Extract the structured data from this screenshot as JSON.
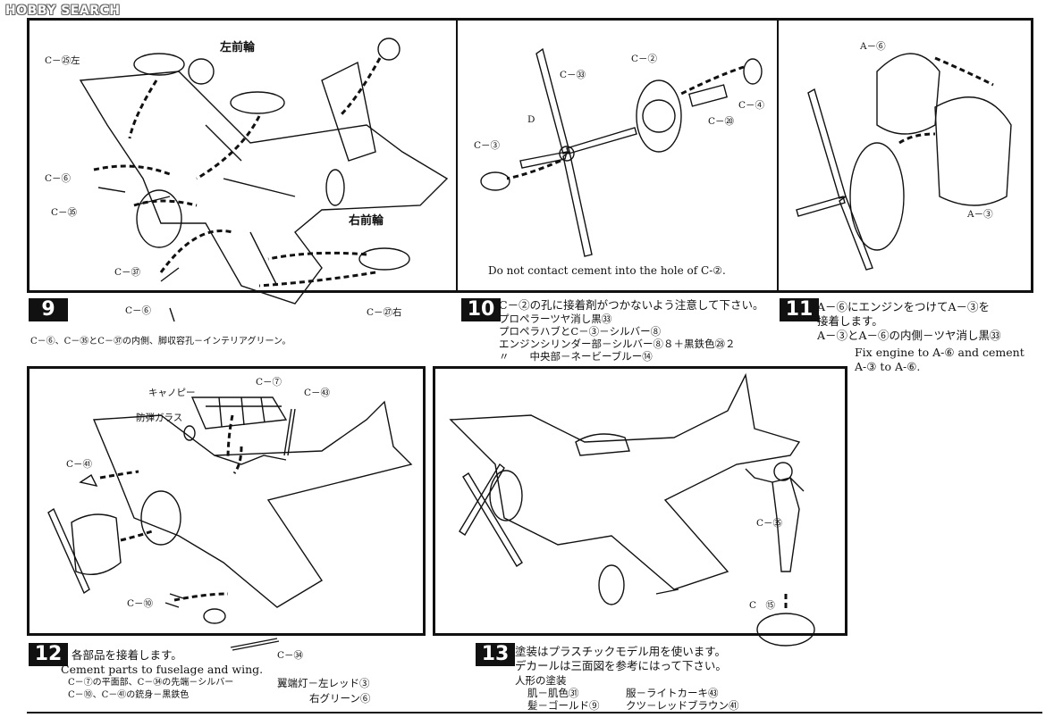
{
  "watermark": "HOBBY SEARCH",
  "step9": {
    "number": "9",
    "labels": {
      "c25": "C－㉕左",
      "c6a": "C－⑥",
      "c35": "C－㉟",
      "c37": "C－㊲",
      "c6b": "C－⑥",
      "c27": "C－㉗右"
    },
    "wheel_left": "左前輪",
    "wheel_right": "右前輪",
    "note": "C－⑥、C－㉟とC－㊲の内側、脚収容孔－インテリアグリーン。"
  },
  "step10": {
    "number": "10",
    "labels": {
      "c33": "C－㉝",
      "c3": "C－③",
      "d": "D",
      "c2": "C－②",
      "c20": "C－⑳",
      "c4": "C－④"
    },
    "caution_en": "Do not contact cement into the hole of C-②.",
    "line1": "C－②の孔に接着剤がつかないよう注意して下さい。",
    "line2": "プロペラーツヤ消し黒㉝",
    "line3": "プロペラハブとC－③－シルバー⑧",
    "line4": "エンジンシリンダー部－シルバー⑧８＋黒鉄色㉘２",
    "line5": "〃　　中央部－ネービーブルー⑭"
  },
  "step11": {
    "number": "11",
    "labels": {
      "a6": "A－⑥",
      "a3": "A－③"
    },
    "line1": "A－⑥にエンジンをつけてA－③を",
    "line2": "接着します。",
    "line3": "A－③とA－⑥の内側－ツヤ消し黒㉝",
    "en1": "Fix engine to A-⑥ and cement",
    "en2": "A-③ to A-⑥."
  },
  "step12": {
    "number": "12",
    "labels": {
      "c7": "C－⑦",
      "c43": "C－㊸",
      "canopy": "キャノピー",
      "glass": "防弾ガラス",
      "c41": "C－㊶",
      "c10": "C－⑩",
      "c34": "C－㉞"
    },
    "line1": "各部品を接着します。",
    "en": "Cement parts to fuselage and wing.",
    "line2": "C－⑦の平面部、C－㉞の先端－シルバー",
    "line3": "C－⑩、C－㊶の銃身－黒鉄色",
    "wingtip1": "翼端灯－左レッド③",
    "wingtip2": "右グリーン⑥"
  },
  "step13": {
    "number": "13",
    "labels": {
      "c35": "C－㉟",
      "c15": "C　⑮"
    },
    "line1": "塗装はプラスチックモデル用を使います。",
    "line2": "デカールは三面図を参考にはって下さい。",
    "line3": "人形の塗装",
    "skin": "肌－肌色㉛",
    "clothes": "服－ライトカーキ㊸",
    "hair": "髪－ゴールド⑨",
    "shoes": "クツ－レッドブラウン㊶"
  }
}
